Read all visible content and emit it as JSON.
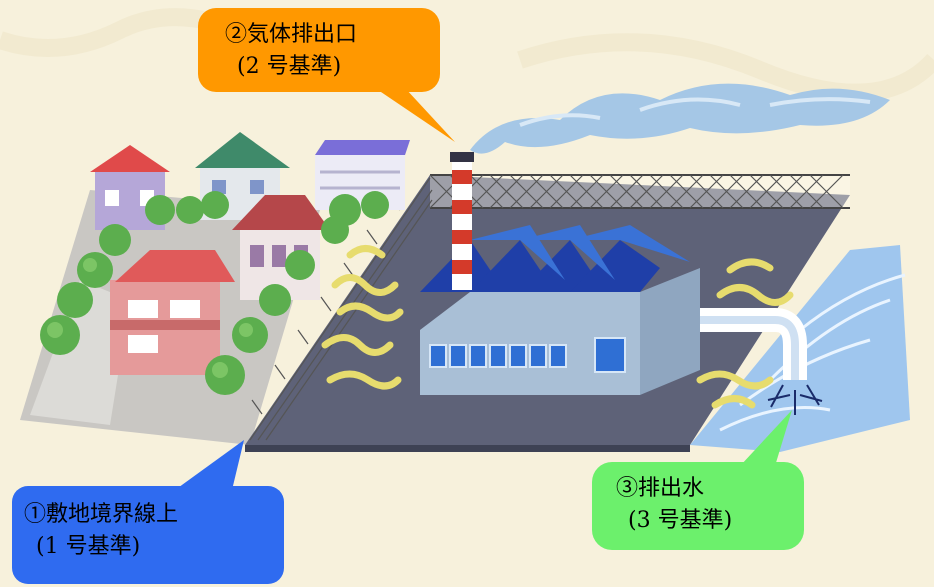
{
  "callouts": {
    "site_boundary": {
      "title": "①敷地境界線上",
      "standard": "(1 号基準)",
      "color": "#2f6bf0"
    },
    "gas_outlet": {
      "title": "②気体排出口",
      "standard": "(2 号基準)",
      "color": "#ff9800"
    },
    "discharge_water": {
      "title": "③排出水",
      "standard": "(3 号基準)",
      "color": "#6cf06c"
    }
  },
  "colors": {
    "background": "#f7f1dc",
    "ground": "#5e6278",
    "river": "#9fc6ee",
    "factory_roof": "#1f3fa8",
    "factory_wall": "#a9bfd6",
    "odor": "#e7dc6e",
    "smoke": "#a5c7e6"
  },
  "icons": [
    "house-icon",
    "tree-icon",
    "chimney-icon",
    "factory-icon",
    "fence-icon",
    "pipe-icon",
    "odor-wave-icon",
    "smoke-icon"
  ]
}
